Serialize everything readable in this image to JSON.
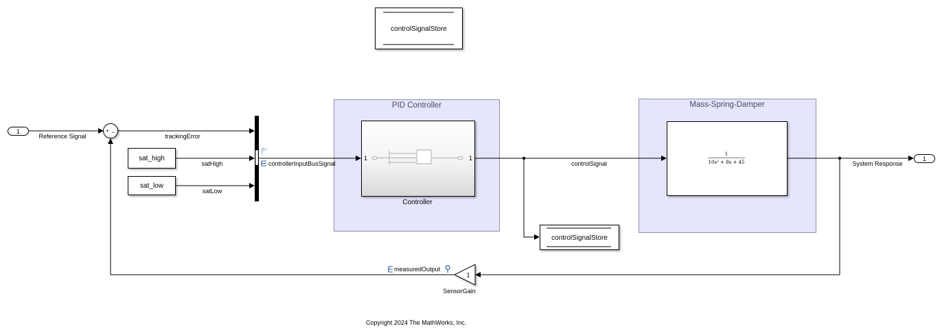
{
  "areas": {
    "pid": "PID Controller",
    "msd": "Mass-Spring-Damper"
  },
  "blocks": {
    "inport_num": "1",
    "outport_num": "1",
    "sum_plus": "+",
    "sum_minus": "_",
    "sat_high": "sat_high",
    "sat_low": "sat_low",
    "ds_memory": "controlSignalStore",
    "ds_write": "controlSignalStore",
    "controller_name": "Controller",
    "controller_in": "1",
    "controller_out": "1",
    "gain_value": "1",
    "gain_name": "SensorGain",
    "tf_numerator": "1",
    "tf_denominator": "10s² + 8s + 45"
  },
  "signals": {
    "reference": "Reference Signal",
    "tracking_error": "trackingError",
    "sat_high": "satHigh",
    "sat_low": "satLow",
    "bus": "controllerInputBusSignal",
    "control": "controlSignal",
    "system_response": "System Response",
    "measured_output": "measuredOutput"
  },
  "footer": {
    "copyright": "Copyright 2024 The MathWorks, Inc."
  },
  "colors": {
    "area_fill": "#e5e5fb",
    "area_stroke": "#8f8fa8",
    "logging_icon": "#2d5fa0"
  }
}
